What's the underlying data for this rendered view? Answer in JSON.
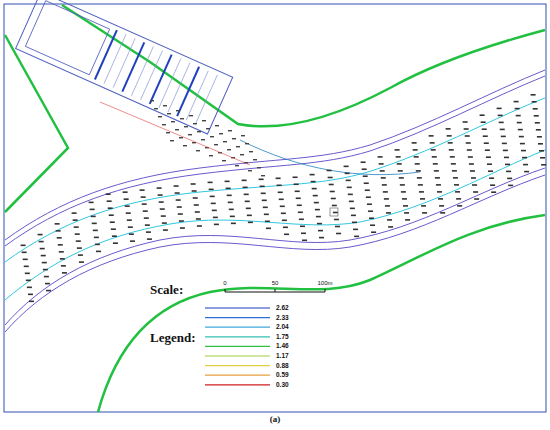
{
  "diagram": {
    "caption": "(a)",
    "labels": [
      "Scale:",
      "0",
      "50",
      "100m",
      "Legend:"
    ],
    "legend": [
      {
        "text": "2.62"
      },
      {
        "text": "2.33"
      },
      {
        "text": "2.04"
      },
      {
        "text": "1.75"
      },
      {
        "text": "1.46"
      },
      {
        "text": "1.17"
      },
      {
        "text": "0.88"
      },
      {
        "text": "0.59"
      },
      {
        "text": "0.30"
      }
    ]
  }
}
